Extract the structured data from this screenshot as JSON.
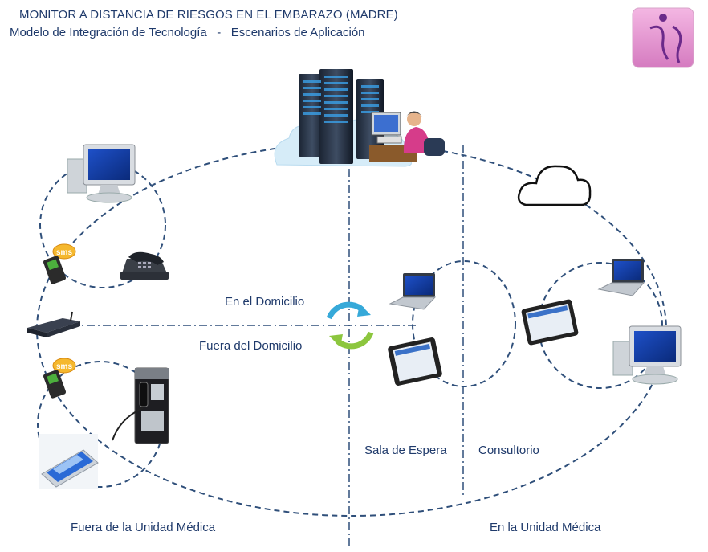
{
  "header": {
    "title": "MONITOR A DISTANCIA DE RIESGOS EN EL EMBARAZO (MADRE)",
    "subtitle": "Modelo de Integración de Tecnología   -   Escenarios de Aplicación"
  },
  "labels": {
    "en_domicilio": "En el Domicilio",
    "fuera_domicilio": "Fuera del Domicilio",
    "sala_espera": "Sala de Espera",
    "consultorio": "Consultorio",
    "fuera_unidad": "Fuera de la Unidad Médica",
    "en_unidad": "En la Unidad Médica"
  },
  "sms": {
    "top": "sms",
    "bottom": "sms"
  },
  "colors": {
    "dash": "#2f4f7a",
    "text": "#1f3a6b",
    "logo_bg": "#e59ad2",
    "logo_figure": "#6b2a8a"
  },
  "icons": [
    "server-icon",
    "operator-icon",
    "cloud-icon",
    "desktop-icon",
    "phone-icon",
    "mobile-icon",
    "router-icon",
    "payphone-icon",
    "tablet-icon",
    "laptop-icon",
    "sync-icon",
    "logo-icon"
  ]
}
